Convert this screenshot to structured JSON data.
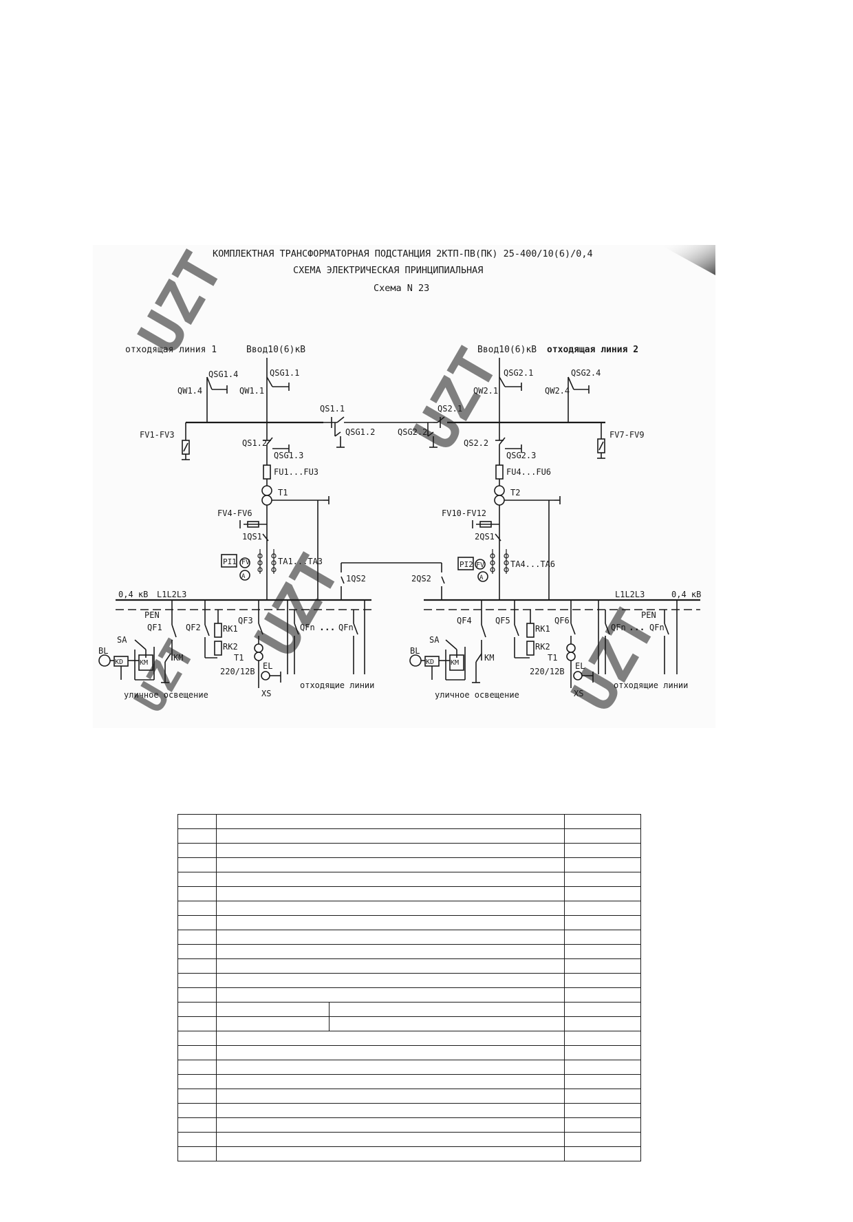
{
  "scheme": {
    "title_line1": "КОМПЛЕКТНАЯ  ТРАНСФОРМАТОРНАЯ ПОДСТАНЦИЯ 2КТП-ПВ(ПК) 25-400/10(6)/0,4",
    "title_line2": "СХЕМА ЭЛЕКТРИЧЕСКАЯ ПРИНЦИПИАЛЬНАЯ",
    "title_line3": "Схема N 23",
    "watermark": "UZT",
    "left": {
      "outgoing_line": "отходящая линия 1",
      "input": "Ввод10(6)кВ",
      "qsg_a": "QSG1.4",
      "qw_a": "QW1.4",
      "qsg_b": "QSG1.1",
      "qw_b": "QW1.1",
      "qs_bus": "QS1.1",
      "qsg_bus": "QSG1.2",
      "fv_bus": "FV1-FV3",
      "qs_down": "QS1.2",
      "qsg_down": "QSG1.3",
      "fuse": "FU1...FU3",
      "transformer": "T1",
      "fv_lv": "FV4-FV6",
      "qs_lv": "1QS1",
      "meter": "PI1",
      "fv_meter": "FV",
      "ta": "TA1...TA3",
      "sect_switch": "1QS2",
      "bus_voltage": "0,4 кВ",
      "bus_phases": "L1L2L3",
      "pen": "PEN",
      "qf1": "QF1",
      "qf2": "QF2",
      "qf3": "QF3",
      "qfn": "QFn",
      "qfn_a": "QFn",
      "dots": "...",
      "sa": "SA",
      "bl": "BL",
      "km_contact": "KM",
      "km_coil": "KM",
      "kd": "KD",
      "rk1": "RK1",
      "rk2": "RK2",
      "t_small": "T1",
      "voltage_small": "220/12В",
      "el": "EL",
      "xs": "XS",
      "street_light": "уличное освещение",
      "outgoing_lines": "отходящие линии"
    },
    "right": {
      "outgoing_line": "отходящая линия 2",
      "input": "Ввод10(6)кВ",
      "qsg_a": "QSG2.1",
      "qw_a": "QW2.1",
      "qsg_b": "QSG2.4",
      "qw_b": "QW2.4",
      "qs_bus": "QS2.1",
      "qsg_bus": "QSG2.2",
      "fv_bus": "FV7-FV9",
      "qs_down": "QS2.2",
      "qsg_down": "QSG2.3",
      "fuse": "FU4...FU6",
      "transformer": "T2",
      "fv_lv": "FV10-FV12",
      "qs_lv": "2QS1",
      "meter": "PI2",
      "fv_meter": "FV",
      "ta": "TA4...TA6",
      "sect_switch": "2QS2",
      "bus_voltage": "0,4 кВ",
      "bus_phases": "L1L2L3",
      "pen": "PEN",
      "qf4": "QF4",
      "qf5": "QF5",
      "qf6": "QF6",
      "qfn": "QFn",
      "qfn_a": "QFn",
      "dots": "...",
      "sa": "SA",
      "bl": "BL",
      "km_contact": "KM",
      "km_coil": "KM",
      "kd": "KD",
      "rk1": "RK1",
      "rk2": "RK2",
      "t_small": "T1",
      "voltage_small": "220/12В",
      "el": "EL",
      "xs": "XS",
      "street_light": "уличное освещение",
      "outgoing_lines": "отходящие линии"
    }
  },
  "table": {
    "rows": 24,
    "split_rows": [
      13,
      14
    ]
  }
}
